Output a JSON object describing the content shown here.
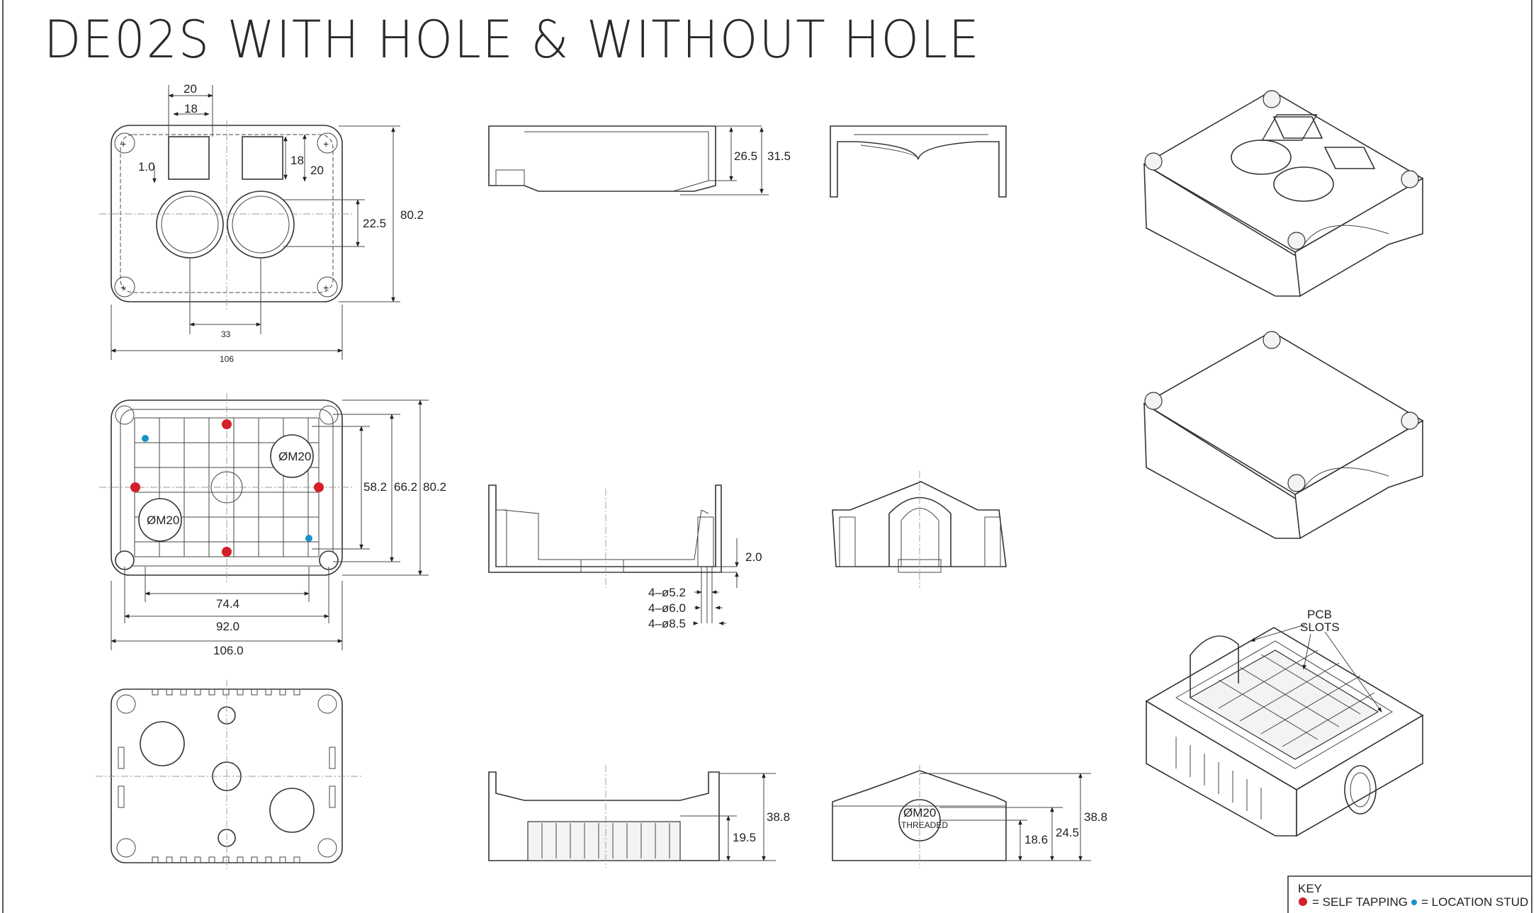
{
  "title": "DE02S WITH HOLE & WITHOUT HOLE",
  "colors": {
    "self_tapping": "#d3202a",
    "location_stud": "#1793c8",
    "line": "#333333"
  },
  "top_view": {
    "dims": {
      "w20": "20",
      "w18": "18",
      "h18": "18",
      "h20": "20",
      "t10": "1.0",
      "d225": "22.5",
      "h802": "80.2",
      "c33": "33",
      "w106": "106"
    }
  },
  "side_top": {
    "dims": {
      "h265": "26.5",
      "h315": "31.5"
    }
  },
  "inner_view": {
    "labels": {
      "m20a": "ØM20",
      "m20b": "ØM20"
    },
    "dims": {
      "h582": "58.2",
      "h662": "66.2",
      "h802": "80.2",
      "w744": "74.4",
      "w920": "92.0",
      "w1060": "106.0"
    }
  },
  "section_view": {
    "dims": {
      "h20": "2.0",
      "d52": "4–ø5.2",
      "d60": "4–ø6.0",
      "d85": "4–ø8.5"
    }
  },
  "base_views": {
    "dims": {
      "h388a": "38.8",
      "h195": "19.5",
      "h186": "18.6",
      "h245": "24.5",
      "h388b": "38.8"
    },
    "labels": {
      "m20": "ØM20",
      "threaded": "THREADED"
    }
  },
  "iso": {
    "pcb_label_1": "PCB",
    "pcb_label_2": "SLOTS"
  },
  "key": {
    "title": "KEY",
    "self_tapping": "= SELF TAPPING",
    "location_stud": "= LOCATION STUD"
  }
}
